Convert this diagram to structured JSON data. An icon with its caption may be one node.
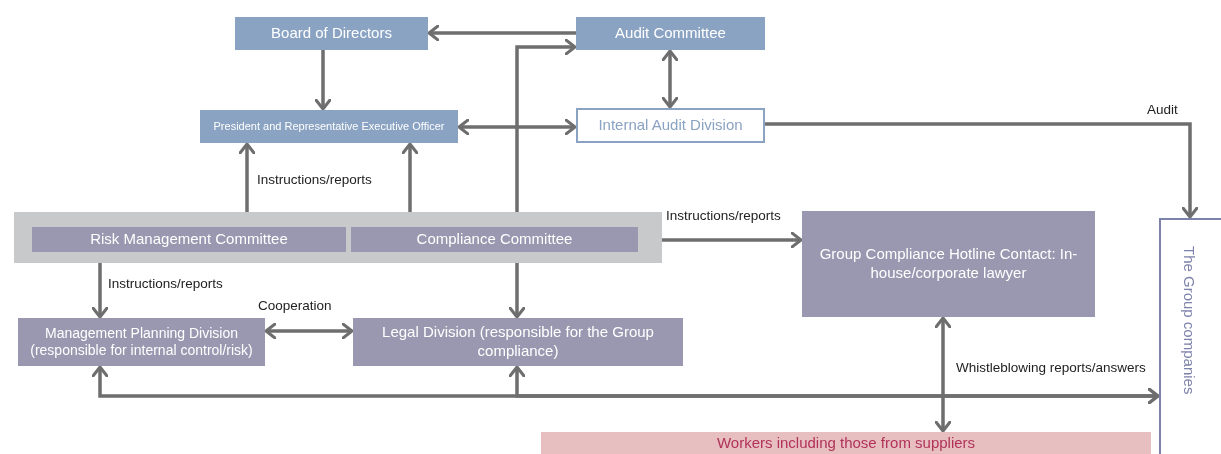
{
  "diagram": {
    "nodes": [
      {
        "text": [
          "Board of Directors"
        ]
      },
      {
        "text": [
          "Audit Committee"
        ]
      },
      {
        "text": [
          "President and Representative Executive Officer"
        ]
      },
      {
        "text": [
          "Internal Audit Division"
        ]
      },
      {
        "text": [],
        "shape": "box"
      },
      {
        "text": [
          "Risk Management Committee"
        ],
        "in": 4
      },
      {
        "text": [
          "Compliance Committee"
        ],
        "in": 4
      },
      {
        "text": [
          "Group Compliance Hotline Contact: In-house/corporate lawyer"
        ]
      },
      {
        "text": [
          "Management Planning Division (responsible for internal control/risk)"
        ]
      },
      {
        "text": [
          "Legal Division (responsible for the Group compliance)"
        ]
      },
      {
        "text": [
          "The Group companies"
        ]
      },
      {
        "text": [
          "Workers including those from suppliers"
        ]
      }
    ],
    "edges": [
      {
        "from": 1,
        "to": 0,
        "arrow": "to"
      },
      {
        "from": 0,
        "to": 2,
        "arrow": "to"
      },
      {
        "from": 6,
        "to": 1,
        "arrow": "to"
      },
      {
        "from": 2,
        "to": 3,
        "arrow": "both"
      },
      {
        "from": 1,
        "to": 3,
        "arrow": "both"
      },
      {
        "from": 3,
        "to": 10,
        "arrow": "to",
        "label": "Audit"
      },
      {
        "from": 2,
        "to": 5,
        "arrow": "both",
        "label": "Instructions/reports"
      },
      {
        "from": 2,
        "to": 6,
        "arrow": "both"
      },
      {
        "from": 6,
        "to": 7,
        "arrow": "both",
        "label": "Instructions/reports"
      },
      {
        "from": 5,
        "to": 8,
        "arrow": "both",
        "label": "Instructions/reports"
      },
      {
        "from": 6,
        "to": 9,
        "arrow": "both"
      },
      {
        "from": 8,
        "to": 9,
        "arrow": "both",
        "label": "Cooperation"
      },
      {
        "from": 8,
        "to": 10,
        "arrow": "both"
      },
      {
        "from": 9,
        "to": 10,
        "arrow": "both"
      },
      {
        "from": 7,
        "to": 11,
        "arrow": "both",
        "label": "Whistleblowing reports/answers"
      }
    ]
  }
}
